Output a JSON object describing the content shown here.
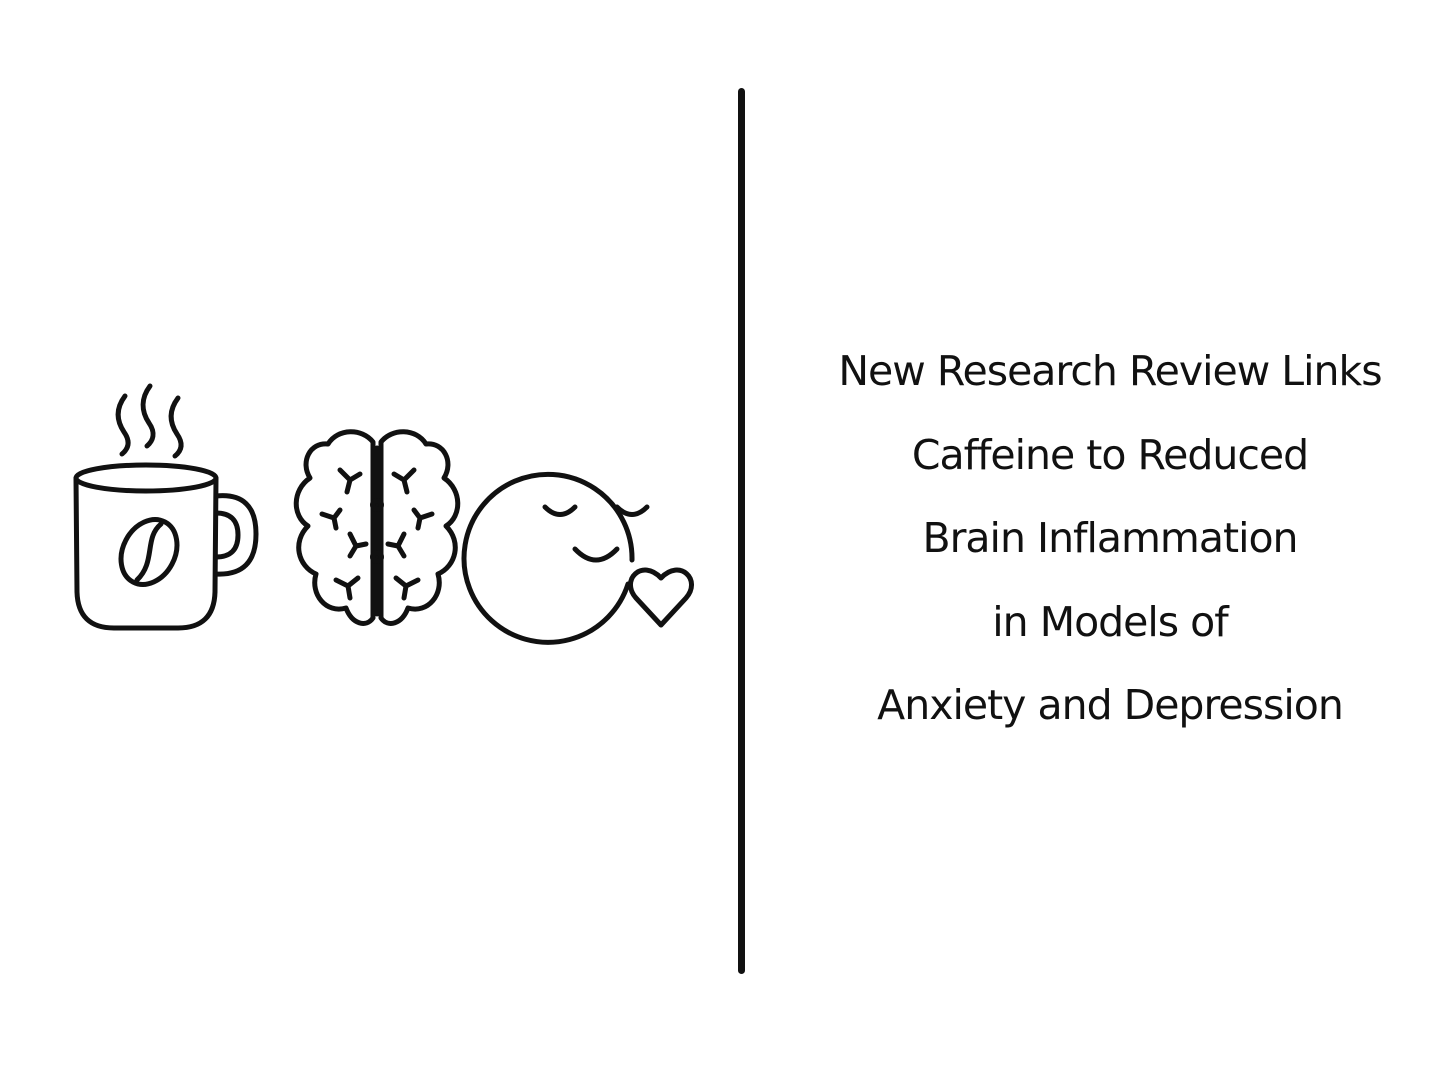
{
  "headline": {
    "lines": [
      "New Research Review Links",
      "Caffeine to Reduced",
      "Brain Inflammation",
      "in Models of",
      "Anxiety and Depression"
    ]
  },
  "icons": {
    "coffee": "coffee-mug-icon",
    "brain": "brain-icon",
    "face": "content-face-icon",
    "heart": "heart-icon"
  },
  "colors": {
    "background": "#ffffff",
    "ink": "#111111"
  }
}
